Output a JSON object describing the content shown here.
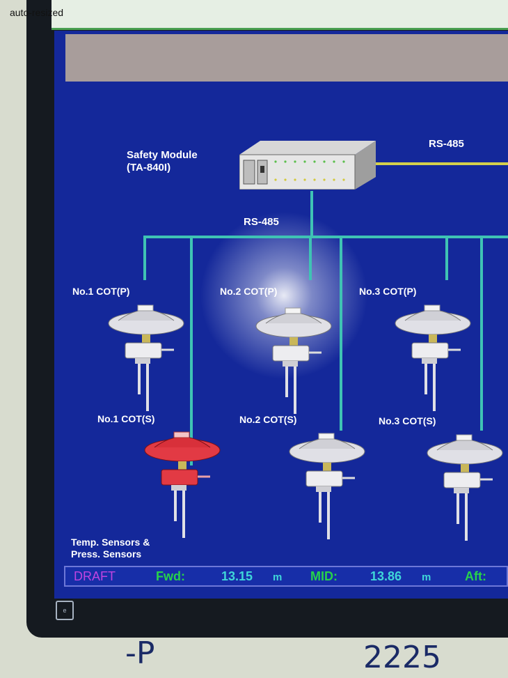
{
  "overlay_note": "auto-resized",
  "diagram": {
    "module_label_line1": "Safety Module",
    "module_label_line2": "(TA-840I)",
    "rs485_top": "RS-485",
    "rs485_bus": "RS-485",
    "sensors": [
      {
        "label": "No.1 COT(P)",
        "state": "normal"
      },
      {
        "label": "No.2 COT(P)",
        "state": "normal"
      },
      {
        "label": "No.3 COT(P)",
        "state": "normal"
      },
      {
        "label": "No.1 COT(S)",
        "state": "alarm"
      },
      {
        "label": "No.2 COT(S)",
        "state": "normal"
      },
      {
        "label": "No.3 COT(S)",
        "state": "normal"
      }
    ],
    "legend_line1": "Temp. Sensors &",
    "legend_line2": "Press. Sensors"
  },
  "draft_bar": {
    "title": "DRAFT",
    "fwd_label": "Fwd:",
    "fwd_value": "13.15",
    "fwd_unit": "m",
    "mid_label": "MID:",
    "mid_value": "13.86",
    "mid_unit": "m",
    "aft_label": "Aft:"
  },
  "colors": {
    "background": "#14289a",
    "bus": "#3fc3b4",
    "alarm": "#e23a44",
    "normal_sensor": "#e0e0e6",
    "draft_title": "#c044e0",
    "draft_label": "#27d24a",
    "draft_value": "#3fd6d8"
  },
  "handwritten": {
    "left": "-P",
    "right": "2225"
  }
}
